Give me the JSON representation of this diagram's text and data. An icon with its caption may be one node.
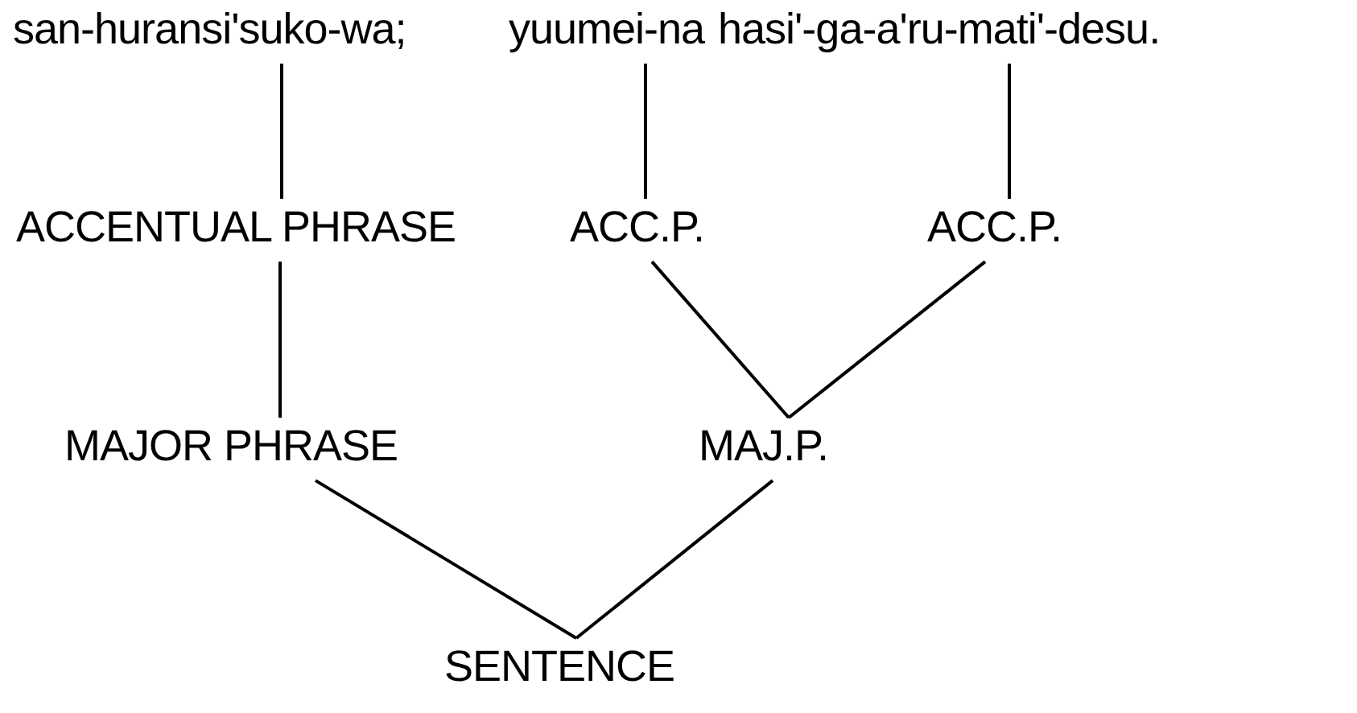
{
  "diagram": {
    "nodes": [
      {
        "text": [
          "san-huransi'suko-wa;"
        ]
      },
      {
        "text": [
          "yuumei-na"
        ]
      },
      {
        "text": [
          "hasi'-ga-a'ru-mati'-desu."
        ]
      },
      {
        "text": [
          "ACCENTUAL PHRASE"
        ]
      },
      {
        "text": [
          "ACC.P."
        ]
      },
      {
        "text": [
          "ACC.P."
        ]
      },
      {
        "text": [
          "MAJOR PHRASE"
        ]
      },
      {
        "text": [
          "MAJ.P."
        ]
      },
      {
        "text": [
          "SENTENCE"
        ]
      }
    ],
    "edges": [
      {
        "from": 0,
        "to": 3,
        "arrow": "none"
      },
      {
        "from": 1,
        "to": 4,
        "arrow": "none"
      },
      {
        "from": 2,
        "to": 5,
        "arrow": "none"
      },
      {
        "from": 3,
        "to": 6,
        "arrow": "none"
      },
      {
        "from": 4,
        "to": 7,
        "arrow": "none"
      },
      {
        "from": 5,
        "to": 7,
        "arrow": "none"
      },
      {
        "from": 6,
        "to": 8,
        "arrow": "none"
      },
      {
        "from": 7,
        "to": 8,
        "arrow": "none"
      }
    ]
  }
}
